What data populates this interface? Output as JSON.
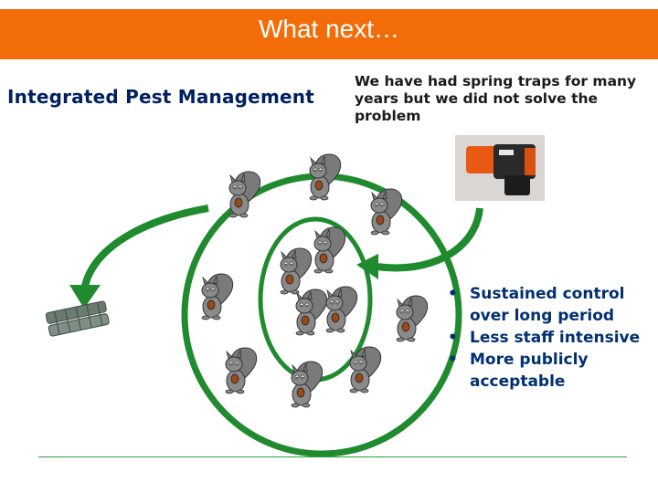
{
  "slide": {
    "title": "What next…",
    "heading": "Integrated Pest Management",
    "spring_traps_text": "We have had spring traps for many years but we did not solve the problem",
    "bullets": [
      "Sustained control over long period",
      "Less staff intensive",
      "More publicly acceptable"
    ]
  },
  "colors": {
    "title_bar": "#f26d0a",
    "heading": "#002060",
    "circle_green": "#1f8a2e",
    "squirrel_gray": "#7a7a7a"
  },
  "icons": {
    "squirrel": "squirrel-icon",
    "trap_photo": "spring-trap-image",
    "bait_blocks": "bait-blocks-image"
  }
}
